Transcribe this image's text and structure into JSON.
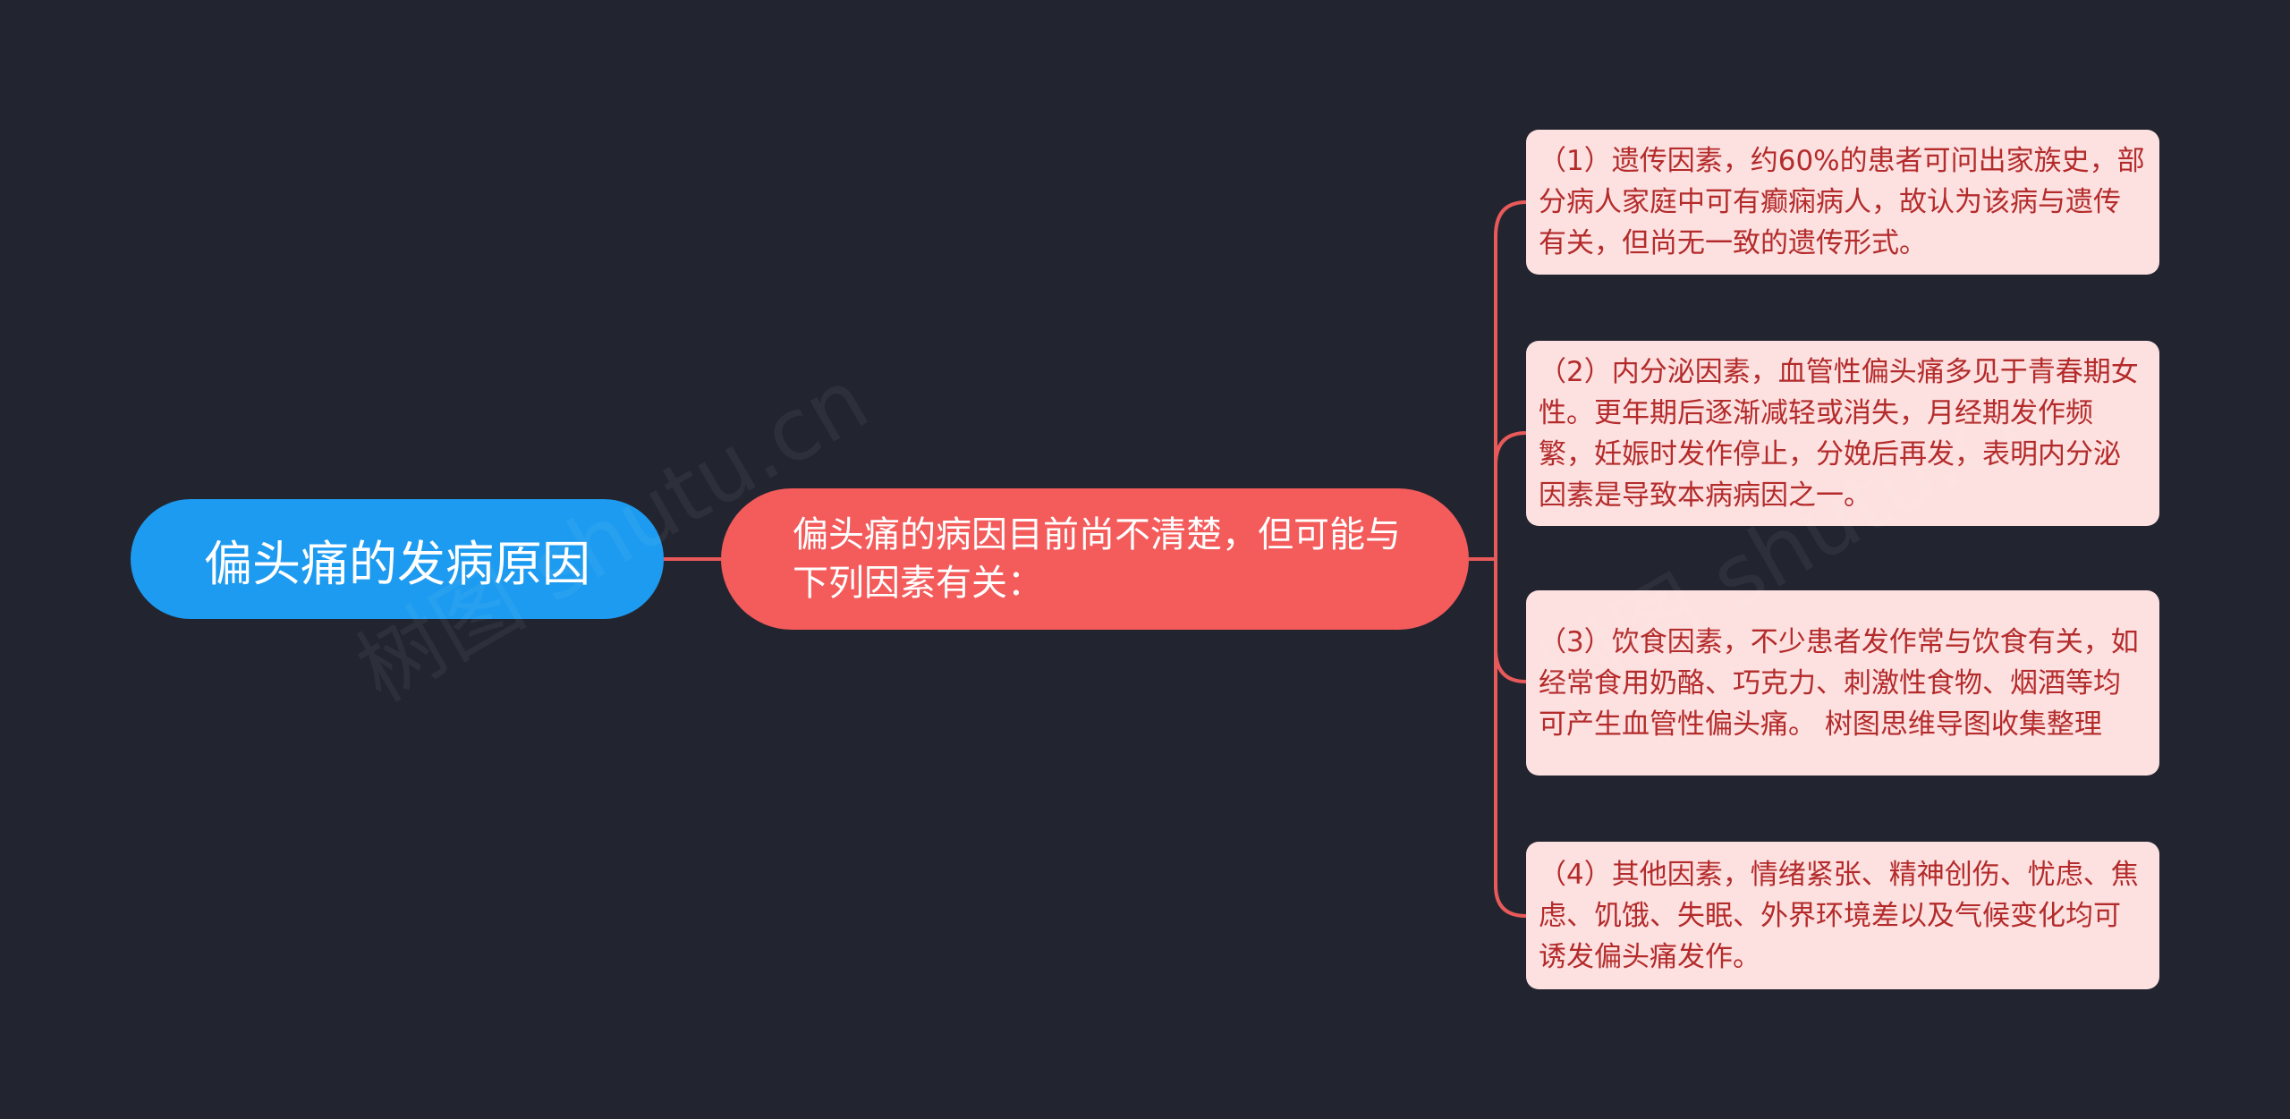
{
  "colors": {
    "background": "#222530",
    "root_fill": "#1d9bf0",
    "main_fill": "#f45b5b",
    "leaf_fill": "#fde1e1",
    "leaf_text": "#b42b2b",
    "connector": "#e85a5a"
  },
  "root": {
    "label": "偏头痛的发病原因"
  },
  "main": {
    "label": "偏头痛的病因目前尚不清楚，但可能与下列因素有关："
  },
  "leaves": [
    {
      "label": "（1）遗传因素，约60%的患者可问出家族史，部分病人家庭中可有癫痫病人，故认为该病与遗传有关，但尚无一致的遗传形式。"
    },
    {
      "label": "（2）内分泌因素，血管性偏头痛多见于青春期女性。更年期后逐渐减轻或消失，月经期发作频繁，妊娠时发作停止，分娩后再发，表明内分泌因素是导致本病病因之一。"
    },
    {
      "label": "（3）饮食因素，不少患者发作常与饮食有关，如经常食用奶酪、巧克力、刺激性食物、烟酒等均可产生血管性偏头痛。 树图思维导图收集整理"
    },
    {
      "label": "（4）其他因素，情绪紧张、精神创伤、忧虑、焦虑、饥饿、失眠、外界环境差以及气候变化均可诱发偏头痛发作。"
    }
  ],
  "watermark": {
    "text": "树图 shutu.cn"
  }
}
